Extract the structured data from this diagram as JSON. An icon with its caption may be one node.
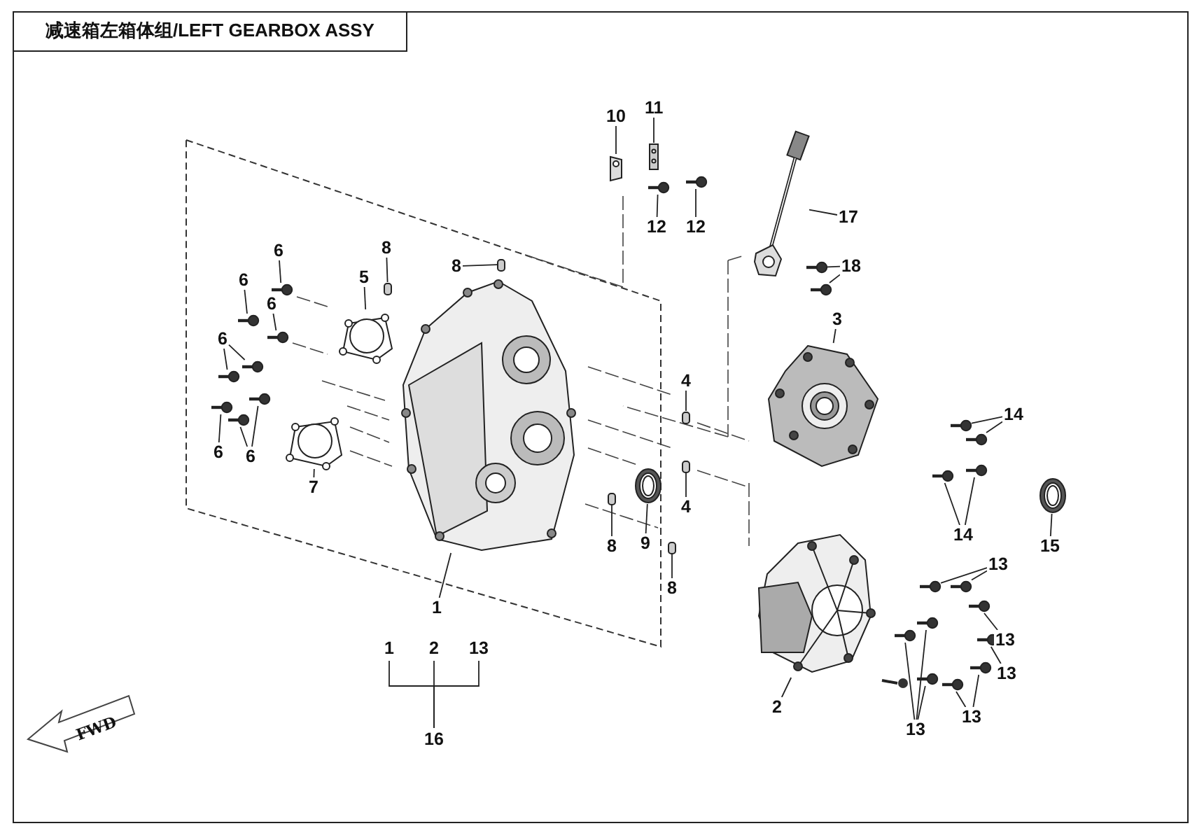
{
  "diagram": {
    "title": "减速箱左箱体组/LEFT GEARBOX ASSY",
    "nodes": [
      {
        "text": [
          "10"
        ]
      },
      {
        "text": [
          "11"
        ]
      },
      {
        "text": [
          "12"
        ]
      },
      {
        "text": [
          "12"
        ]
      },
      {
        "text": [
          "17"
        ]
      },
      {
        "text": [
          "18"
        ]
      },
      {
        "text": [
          "3"
        ]
      },
      {
        "text": [
          "14"
        ]
      },
      {
        "text": [
          "14"
        ]
      },
      {
        "text": [
          "15"
        ]
      },
      {
        "text": [
          "13"
        ]
      },
      {
        "text": [
          "13"
        ]
      },
      {
        "text": [
          "13"
        ]
      },
      {
        "text": [
          "13"
        ]
      },
      {
        "text": [
          "13"
        ]
      },
      {
        "text": [
          "2"
        ]
      },
      {
        "text": [
          "4"
        ]
      },
      {
        "text": [
          "4"
        ]
      },
      {
        "text": [
          "8"
        ]
      },
      {
        "text": [
          "8"
        ]
      },
      {
        "text": [
          "9"
        ]
      },
      {
        "text": [
          "8"
        ]
      },
      {
        "text": [
          "8"
        ]
      },
      {
        "text": [
          "5"
        ]
      },
      {
        "text": [
          "6"
        ]
      },
      {
        "text": [
          "6"
        ]
      },
      {
        "text": [
          "6"
        ]
      },
      {
        "text": [
          "6"
        ]
      },
      {
        "text": [
          "6"
        ]
      },
      {
        "text": [
          "6"
        ]
      },
      {
        "text": [
          "7"
        ]
      },
      {
        "text": [
          "1"
        ]
      },
      {
        "text": [
          "1"
        ]
      },
      {
        "text": [
          "2"
        ]
      },
      {
        "text": [
          "13"
        ]
      },
      {
        "text": [
          "16"
        ]
      },
      {
        "text": [],
        "shape": "picture"
      },
      {
        "text": [],
        "shape": "picture"
      },
      {
        "text": [],
        "shape": "picture"
      },
      {
        "text": [],
        "shape": "picture"
      },
      {
        "text": [],
        "shape": "picture"
      },
      {
        "text": [],
        "shape": "picture"
      },
      {
        "text": [],
        "shape": "picture"
      },
      {
        "text": [],
        "shape": "picture"
      },
      {
        "text": [],
        "shape": "picture"
      },
      {
        "text": [],
        "shape": "picture"
      },
      {
        "text": [],
        "shape": "picture"
      },
      {
        "text": [],
        "shape": "picture"
      },
      {
        "text": [],
        "shape": "picture"
      },
      {
        "text": [],
        "shape": "picture"
      },
      {
        "text": [],
        "shape": "picture"
      },
      {
        "text": [],
        "shape": "picture"
      },
      {
        "text": [],
        "shape": "picture"
      },
      {
        "text": [],
        "shape": "picture"
      },
      {
        "text": [],
        "shape": "picture"
      },
      {
        "text": [],
        "shape": "picture"
      },
      {
        "text": [],
        "shape": "picture"
      },
      {
        "text": [],
        "shape": "picture"
      },
      {
        "text": [],
        "shape": "picture"
      },
      {
        "text": [],
        "shape": "box"
      },
      {
        "text": [],
        "shape": "box"
      },
      {
        "text": [],
        "shape": "box"
      },
      {
        "text": [],
        "shape": "box"
      },
      {
        "text": [],
        "shape": "picture"
      },
      {
        "text": [],
        "shape": "box"
      },
      {
        "text": [],
        "shape": "box"
      },
      {
        "text": [],
        "shape": "picture"
      },
      {
        "text": [],
        "shape": "picture"
      },
      {
        "text": [],
        "shape": "picture"
      },
      {
        "text": [],
        "shape": "picture"
      },
      {
        "text": [],
        "shape": "picture"
      },
      {
        "text": [],
        "shape": "picture"
      },
      {
        "text": [],
        "shape": "picture"
      },
      {
        "text": [],
        "shape": "picture"
      },
      {
        "text": [],
        "shape": "picture"
      },
      {
        "text": [],
        "shape": "picture"
      },
      {
        "text": [],
        "shape": "picture"
      }
    ],
    "edges": [
      {
        "from": 0,
        "to": 36,
        "arrow": "none"
      },
      {
        "from": 1,
        "to": 37,
        "arrow": "none"
      },
      {
        "from": 2,
        "to": 38,
        "arrow": "none"
      },
      {
        "from": 3,
        "to": 39,
        "arrow": "none"
      },
      {
        "from": 4,
        "to": 40,
        "arrow": "none"
      },
      {
        "from": 5,
        "to": 41,
        "arrow": "none"
      },
      {
        "from": 5,
        "to": 42,
        "arrow": "none"
      },
      {
        "from": 6,
        "to": 43,
        "arrow": "none"
      },
      {
        "from": 7,
        "to": 44,
        "arrow": "none"
      },
      {
        "from": 7,
        "to": 45,
        "arrow": "none"
      },
      {
        "from": 8,
        "to": 46,
        "arrow": "none"
      },
      {
        "from": 8,
        "to": 47,
        "arrow": "none"
      },
      {
        "from": 9,
        "to": 48,
        "arrow": "none"
      },
      {
        "from": 10,
        "to": 49,
        "arrow": "none"
      },
      {
        "from": 10,
        "to": 50,
        "arrow": "none"
      },
      {
        "from": 11,
        "to": 51,
        "arrow": "none"
      },
      {
        "from": 12,
        "to": 52,
        "arrow": "none"
      },
      {
        "from": 13,
        "to": 53,
        "arrow": "none"
      },
      {
        "from": 13,
        "to": 54,
        "arrow": "none"
      },
      {
        "from": 14,
        "to": 55,
        "arrow": "none"
      },
      {
        "from": 14,
        "to": 56,
        "arrow": "none"
      },
      {
        "from": 14,
        "to": 57,
        "arrow": "none"
      },
      {
        "from": 15,
        "to": 58,
        "arrow": "none"
      },
      {
        "from": 16,
        "to": 59,
        "arrow": "none"
      },
      {
        "from": 17,
        "to": 60,
        "arrow": "none"
      },
      {
        "from": 18,
        "to": 61,
        "arrow": "none"
      },
      {
        "from": 19,
        "to": 62,
        "arrow": "none"
      },
      {
        "from": 20,
        "to": 63,
        "arrow": "none"
      },
      {
        "from": 21,
        "to": 64,
        "arrow": "none"
      },
      {
        "from": 22,
        "to": 65,
        "arrow": "none"
      },
      {
        "from": 23,
        "to": 66,
        "arrow": "none"
      },
      {
        "from": 24,
        "to": 67,
        "arrow": "none"
      },
      {
        "from": 25,
        "to": 68,
        "arrow": "none"
      },
      {
        "from": 26,
        "to": 69,
        "arrow": "none"
      },
      {
        "from": 27,
        "to": 70,
        "arrow": "none"
      },
      {
        "from": 27,
        "to": 71,
        "arrow": "none"
      },
      {
        "from": 28,
        "to": 72,
        "arrow": "none"
      },
      {
        "from": 29,
        "to": 73,
        "arrow": "none"
      },
      {
        "from": 29,
        "to": 74,
        "arrow": "none"
      },
      {
        "from": 30,
        "to": 75,
        "arrow": "none"
      },
      {
        "from": 31,
        "to": 76,
        "arrow": "none"
      },
      {
        "from": 32,
        "to": 35,
        "arrow": "none"
      },
      {
        "from": 33,
        "to": 35,
        "arrow": "none"
      },
      {
        "from": 34,
        "to": 35,
        "arrow": "none"
      }
    ],
    "labels": [
      "FWD"
    ]
  }
}
